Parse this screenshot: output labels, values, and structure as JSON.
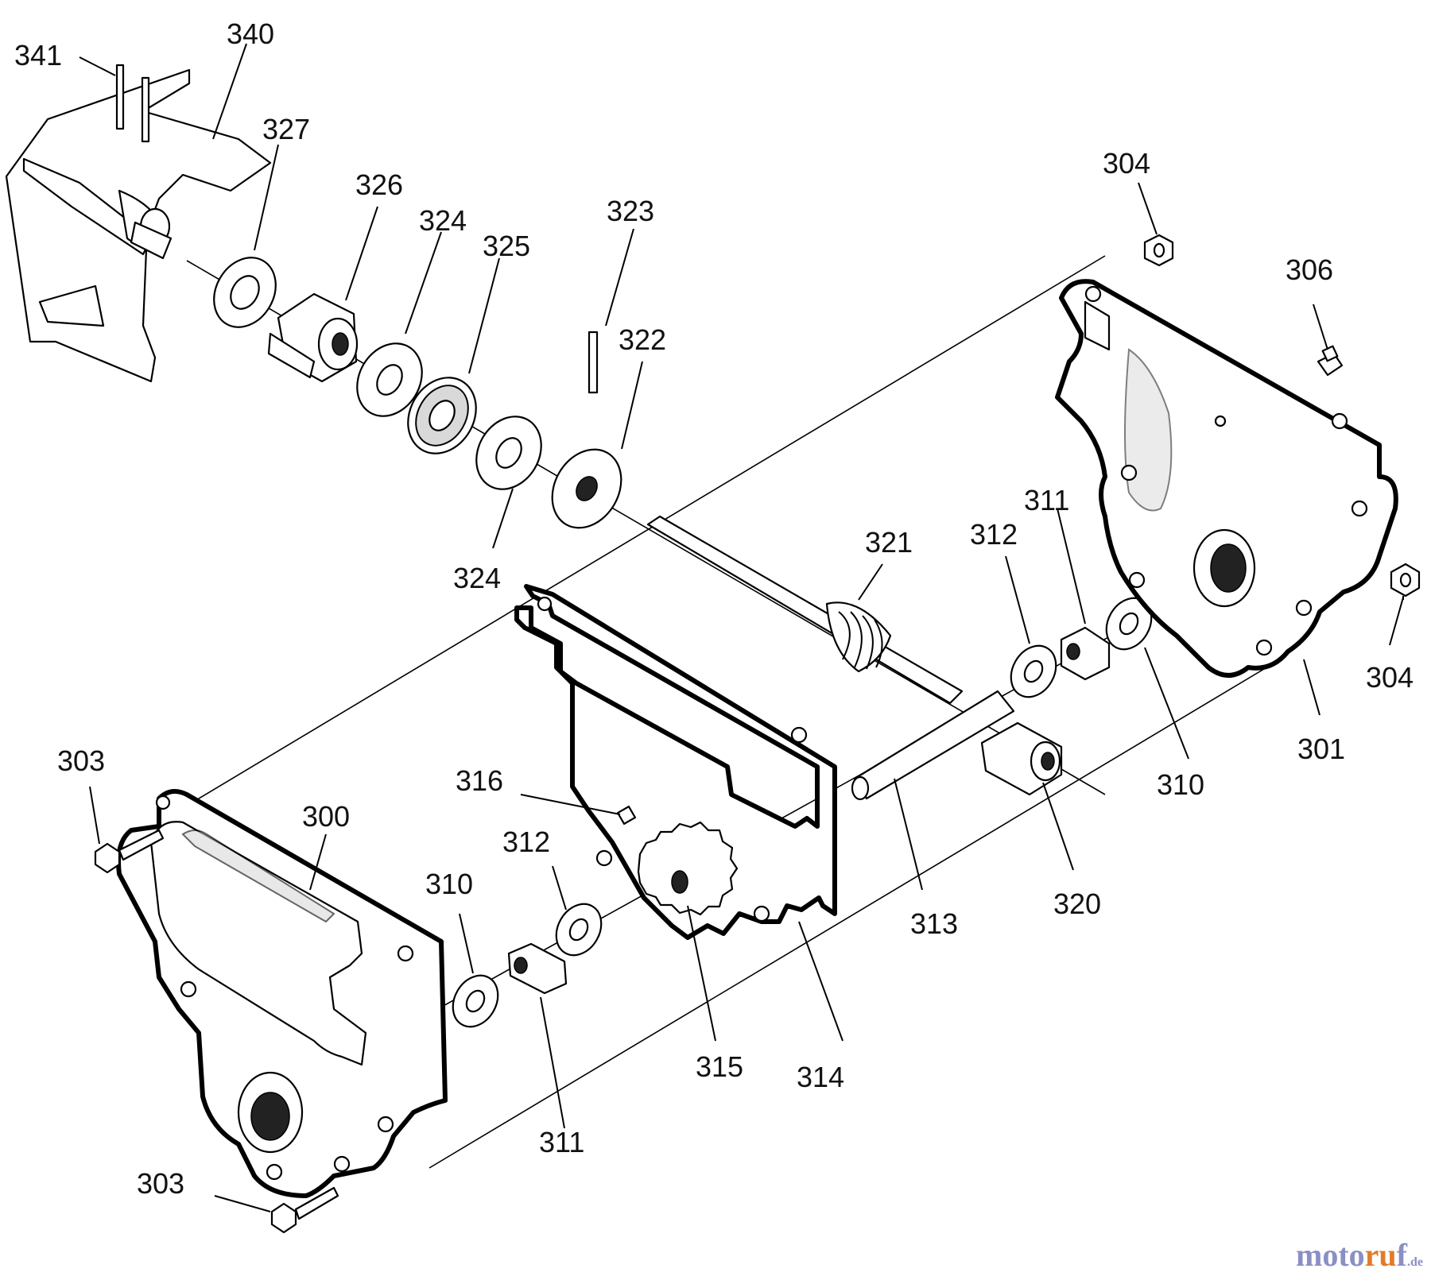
{
  "callouts": {
    "c341": "341",
    "c340": "340",
    "c327": "327",
    "c326": "326",
    "c324a": "324",
    "c325": "325",
    "c323": "323",
    "c322": "322",
    "c324b": "324",
    "c304a": "304",
    "c306": "306",
    "c304b": "304",
    "c301": "301",
    "c310a": "310",
    "c311a": "311",
    "c312a": "312",
    "c321": "321",
    "c320": "320",
    "c313": "313",
    "c314": "314",
    "c315": "315",
    "c316": "316",
    "c312b": "312",
    "c310b": "310",
    "c311b": "311",
    "c300": "300",
    "c303a": "303",
    "c303b": "303"
  },
  "watermark": {
    "part1": "moto",
    "part2": "ru",
    "part3": "f",
    "tld": ".de"
  },
  "colors": {
    "ink": "#000000",
    "shade": "#d9d9d9",
    "watermark_blue": "#8a8fc4",
    "watermark_orange": "#e27b2a"
  }
}
